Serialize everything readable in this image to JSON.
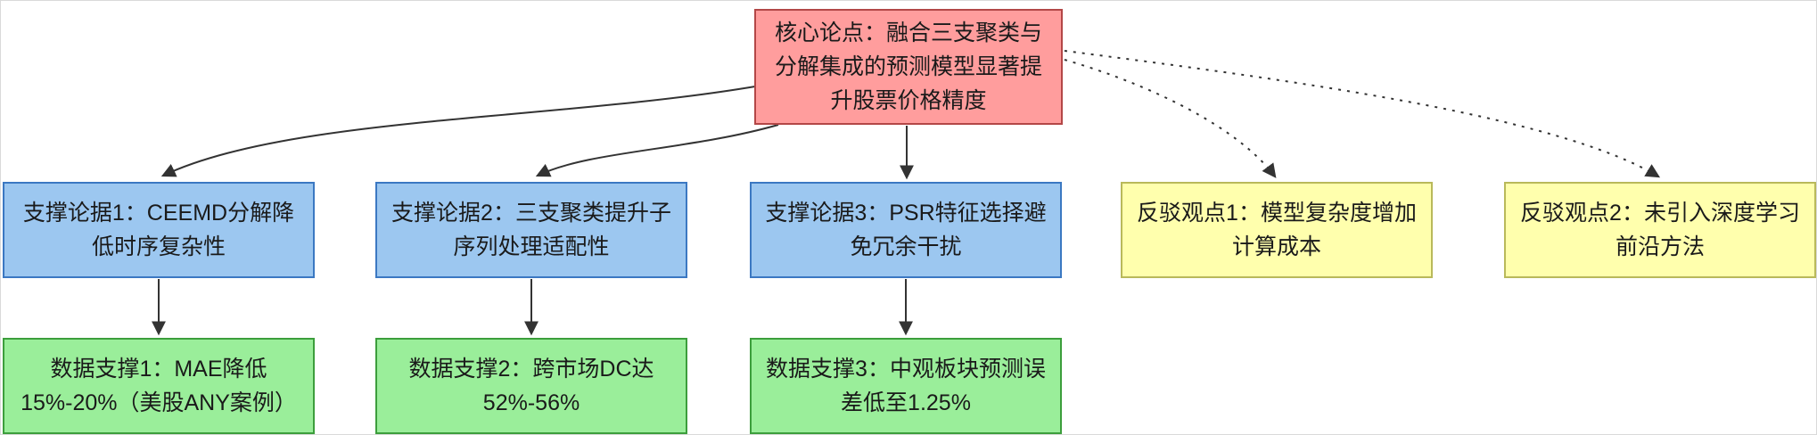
{
  "diagram": {
    "type": "argument-map-flowchart",
    "colors": {
      "core_fill": "#ff9d9d",
      "core_stroke": "#b34747",
      "support_fill": "#9cc7f0",
      "support_stroke": "#3b78c2",
      "rebuttal_fill": "#ffffad",
      "rebuttal_stroke": "#b9b95a",
      "evidence_fill": "#9aee9a",
      "evidence_stroke": "#3c9e3c",
      "edge_color": "#333333"
    },
    "nodes": {
      "core": {
        "label": "核心论点：融合三支聚类与分解集成的预测模型显著提升股票价格精度"
      },
      "support1": {
        "label": "支撑论据1：CEEMD分解降低时序复杂性"
      },
      "support2": {
        "label": "支撑论据2：三支聚类提升子序列处理适配性"
      },
      "support3": {
        "label": "支撑论据3：PSR特征选择避免冗余干扰"
      },
      "rebuttal1": {
        "label": "反驳观点1：模型复杂度增加计算成本"
      },
      "rebuttal2": {
        "label": "反驳观点2：未引入深度学习前沿方法"
      },
      "evidence1": {
        "label": "数据支撑1：MAE降低15%-20%（美股ANY案例）"
      },
      "evidence2": {
        "label": "数据支撑2：跨市场DC达52%-56%"
      },
      "evidence3": {
        "label": "数据支撑3：中观板块预测误差低至1.25%"
      }
    },
    "edges": [
      {
        "from": "core",
        "to": "support1",
        "style": "solid"
      },
      {
        "from": "core",
        "to": "support2",
        "style": "solid"
      },
      {
        "from": "core",
        "to": "support3",
        "style": "solid"
      },
      {
        "from": "core",
        "to": "rebuttal1",
        "style": "dotted"
      },
      {
        "from": "core",
        "to": "rebuttal2",
        "style": "dotted"
      },
      {
        "from": "support1",
        "to": "evidence1",
        "style": "solid"
      },
      {
        "from": "support2",
        "to": "evidence2",
        "style": "solid"
      },
      {
        "from": "support3",
        "to": "evidence3",
        "style": "solid"
      }
    ]
  }
}
